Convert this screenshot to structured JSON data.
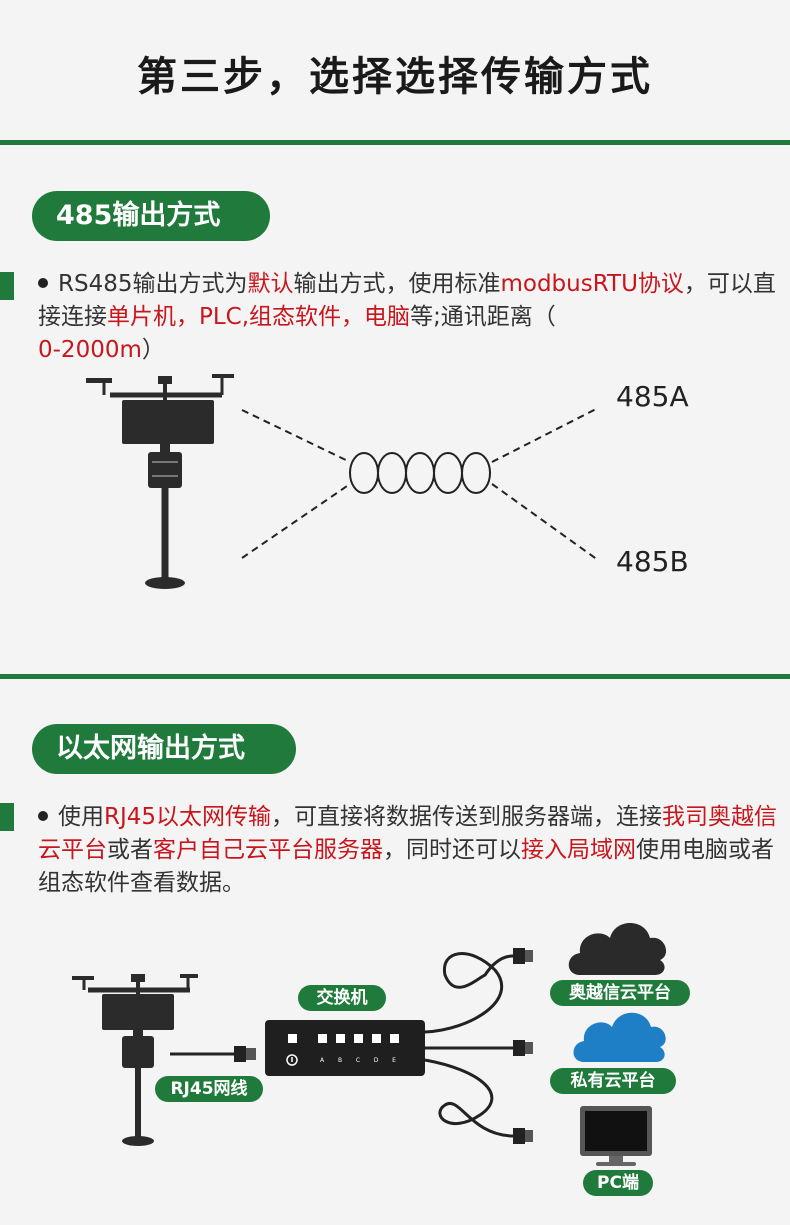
{
  "header": {
    "title": "第三步，选择选择传输方式"
  },
  "section_485": {
    "pill": "485输出方式",
    "text": {
      "p1": "RS485输出方式为",
      "r1": "默认",
      "p2": "输出方式，使用标准",
      "r2": "modbusRTU协议",
      "p3": "，可以直接连接",
      "r3": "单片机，PLC,组态软件，电脑",
      "p4": "等;通讯距离（",
      "r4": "0-2000m",
      "p5": "）"
    },
    "label_a": "485A",
    "label_b": "485B"
  },
  "section_eth": {
    "pill": "以太网输出方式",
    "text": {
      "p1": "使用",
      "r1": "RJ45以太网传输",
      "p2": "，可直接将数据传送到服务器端，连接",
      "r2": "我司奥越信云平台",
      "p3": "或者",
      "r3": "客户自己云平台服务器",
      "p4": "，同时还可以",
      "r4": "接入局域网",
      "p5": "使用电脑或者组态软件查看数据。"
    },
    "switch_label": "交换机",
    "cable_label": "RJ45网线",
    "cloud1_label": "奥越信云平台",
    "cloud2_label": "私有云平台",
    "pc_label": "PC端",
    "port_letters": [
      "A",
      "B",
      "C",
      "D",
      "E"
    ],
    "colors": {
      "cloud1": "#2a2a2a",
      "cloud2": "#1e7fc6",
      "accent": "#1f7a3c",
      "highlight": "#c8161d"
    }
  }
}
